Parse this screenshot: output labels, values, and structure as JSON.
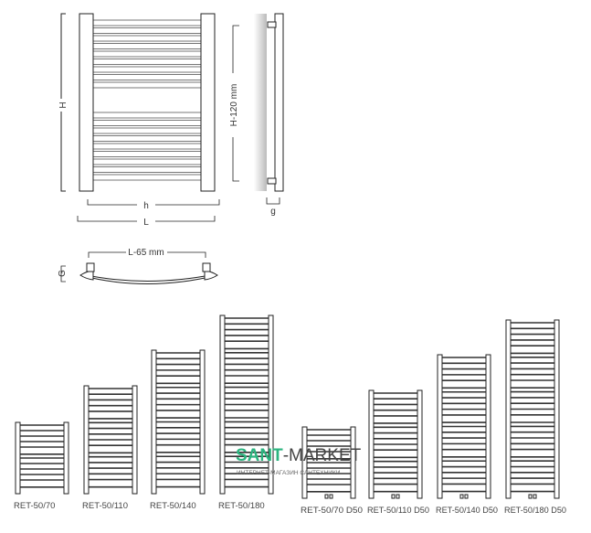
{
  "dimensions": {
    "height": "H",
    "inner_width": "h",
    "overall_width": "L",
    "side_height": "H-120 mm",
    "depth": "g",
    "top_span": "L-65 mm",
    "top_depth": "G"
  },
  "models": [
    {
      "label": "RET-50/70",
      "bars": 12,
      "d50": false
    },
    {
      "label": "RET-50/110",
      "bars": 18,
      "d50": false
    },
    {
      "label": "RET-50/140",
      "bars": 24,
      "d50": false
    },
    {
      "label": "RET-50/180",
      "bars": 30,
      "d50": false
    },
    {
      "label": "RET-50/70 D50",
      "bars": 12,
      "d50": true
    },
    {
      "label": "RET-50/110 D50",
      "bars": 18,
      "d50": true
    },
    {
      "label": "RET-50/140 D50",
      "bars": 24,
      "d50": true
    },
    {
      "label": "RET-50/180 D50",
      "bars": 30,
      "d50": true
    }
  ],
  "watermark": {
    "brand_a": "SANT",
    "brand_b": "-MARKET",
    "tagline": "ИНТЕРНЕТ-МАГАЗИН САНТЕХНИКИ",
    "color_a": "#2bb47f",
    "color_b": "#444444"
  }
}
